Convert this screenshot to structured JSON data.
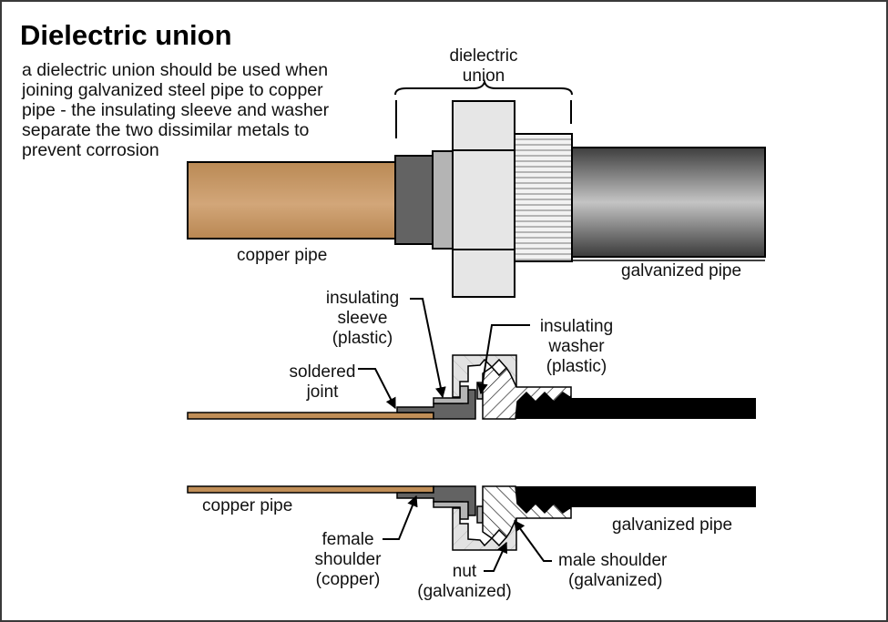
{
  "title": "Dielectric union",
  "description": [
    "a dielectric union should be used when",
    "joining galvanized steel pipe to copper",
    "pipe - the insulating sleeve and washer",
    "separate the two dissimilar metals to",
    "prevent corrosion"
  ],
  "exterior_view": {
    "union_label": [
      "dielectric",
      "union"
    ],
    "copper_label": "copper pipe",
    "galvanized_label": "galvanized pipe"
  },
  "cross_section_labels": {
    "insulating_sleeve": [
      "insulating",
      "sleeve",
      "(plastic)"
    ],
    "insulating_washer": [
      "insulating",
      "washer",
      "(plastic)"
    ],
    "soldered_joint": [
      "soldered",
      "joint"
    ],
    "copper_pipe": "copper pipe",
    "galvanized_pipe": "galvanized pipe",
    "female_shoulder": [
      "female",
      "shoulder",
      "(copper)"
    ],
    "nut": [
      "nut",
      "(galvanized)"
    ],
    "male_shoulder": [
      "male shoulder",
      "(galvanized)"
    ]
  },
  "colors": {
    "copper": "#c08e57",
    "galvanized_dark": "#4a4a4a",
    "sleeve_dark": "#636363",
    "sleeve_light": "#b4b4b4",
    "nut": "#e6e6e6",
    "pipe_black": "#000000"
  }
}
